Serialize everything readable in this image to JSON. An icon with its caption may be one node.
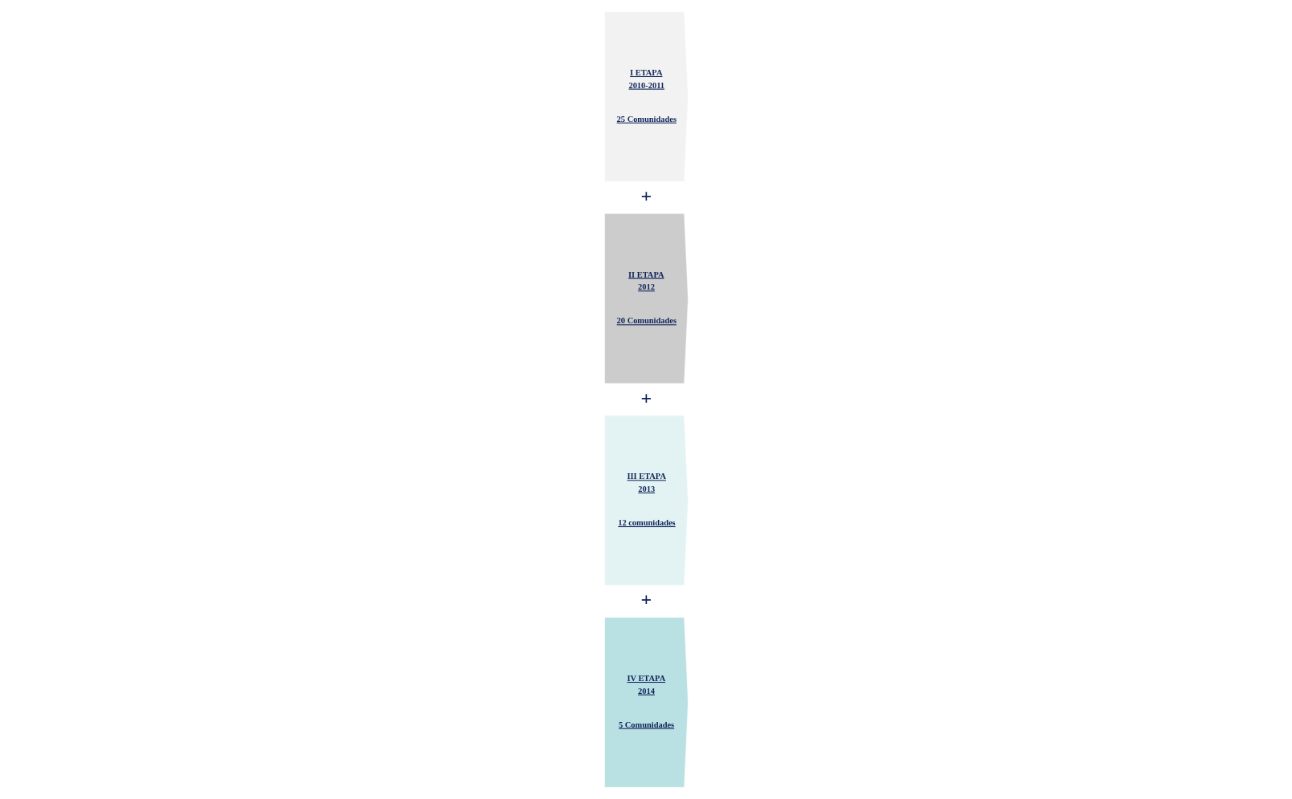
{
  "diagram": {
    "nodes": [
      {
        "text": [
          "I ETAPA",
          "2010-2011",
          "25 Comunidades"
        ]
      },
      {
        "text": [
          "II ETAPA",
          "2012",
          "20 Comunidades"
        ]
      },
      {
        "text": [
          "III ETAPA",
          "2013",
          "12 comunidades"
        ]
      },
      {
        "text": [
          "IV ETAPA",
          "2014",
          "5 Comunidades"
        ]
      }
    ],
    "labels": [
      "+",
      "+",
      "+"
    ]
  }
}
